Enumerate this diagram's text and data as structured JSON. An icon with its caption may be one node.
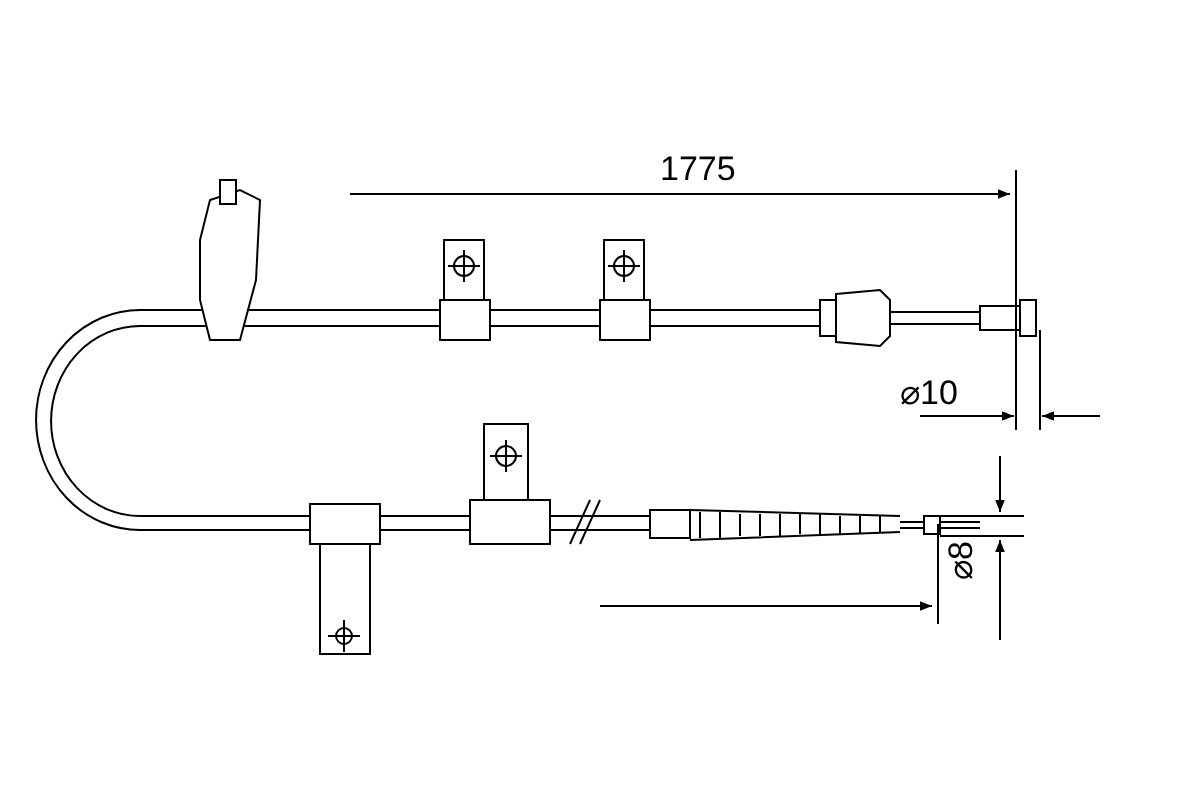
{
  "diagram": {
    "labels": [
      "1775",
      "⌀10",
      "⌀8"
    ]
  }
}
